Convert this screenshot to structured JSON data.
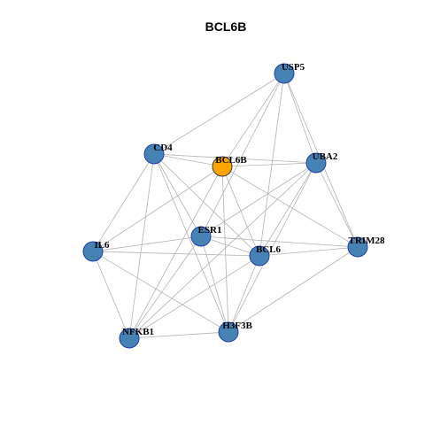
{
  "title": "BCL6B",
  "colors": {
    "node_default": "#4682b4",
    "node_highlight": "#ffa500",
    "node_border": "#1e3faa",
    "highlight_border": "#3a3a3a",
    "edge": "#b3b3b3"
  },
  "nodes": [
    {
      "id": "USP5",
      "label": "USP5",
      "highlight": false
    },
    {
      "id": "CD4",
      "label": "CD4",
      "highlight": false
    },
    {
      "id": "BCL6B",
      "label": "BCL6B",
      "highlight": true
    },
    {
      "id": "UBA2",
      "label": "UBA2",
      "highlight": false
    },
    {
      "id": "ESR1",
      "label": "ESR1",
      "highlight": false
    },
    {
      "id": "IL6",
      "label": "IL6",
      "highlight": false
    },
    {
      "id": "BCL6",
      "label": "BCL6",
      "highlight": false
    },
    {
      "id": "TRIM28",
      "label": "TRIM28",
      "highlight": false
    },
    {
      "id": "NFKB1",
      "label": "NFKB1",
      "highlight": false
    },
    {
      "id": "H3F3B",
      "label": "H3F3B",
      "highlight": false
    }
  ],
  "edges": [
    [
      "USP5",
      "CD4"
    ],
    [
      "USP5",
      "BCL6B"
    ],
    [
      "USP5",
      "UBA2"
    ],
    [
      "USP5",
      "BCL6"
    ],
    [
      "USP5",
      "TRIM28"
    ],
    [
      "USP5",
      "ESR1"
    ],
    [
      "CD4",
      "BCL6B"
    ],
    [
      "CD4",
      "UBA2"
    ],
    [
      "CD4",
      "IL6"
    ],
    [
      "CD4",
      "BCL6"
    ],
    [
      "CD4",
      "NFKB1"
    ],
    [
      "CD4",
      "H3F3B"
    ],
    [
      "CD4",
      "ESR1"
    ],
    [
      "BCL6B",
      "UBA2"
    ],
    [
      "BCL6B",
      "IL6"
    ],
    [
      "BCL6B",
      "BCL6"
    ],
    [
      "BCL6B",
      "NFKB1"
    ],
    [
      "BCL6B",
      "H3F3B"
    ],
    [
      "BCL6B",
      "TRIM28"
    ],
    [
      "UBA2",
      "ESR1"
    ],
    [
      "UBA2",
      "BCL6"
    ],
    [
      "UBA2",
      "TRIM28"
    ],
    [
      "UBA2",
      "H3F3B"
    ],
    [
      "UBA2",
      "NFKB1"
    ],
    [
      "ESR1",
      "IL6"
    ],
    [
      "ESR1",
      "BCL6"
    ],
    [
      "ESR1",
      "TRIM28"
    ],
    [
      "ESR1",
      "NFKB1"
    ],
    [
      "ESR1",
      "H3F3B"
    ],
    [
      "IL6",
      "BCL6"
    ],
    [
      "IL6",
      "NFKB1"
    ],
    [
      "IL6",
      "H3F3B"
    ],
    [
      "BCL6",
      "TRIM28"
    ],
    [
      "BCL6",
      "NFKB1"
    ],
    [
      "BCL6",
      "H3F3B"
    ],
    [
      "TRIM28",
      "H3F3B"
    ],
    [
      "NFKB1",
      "H3F3B"
    ]
  ]
}
